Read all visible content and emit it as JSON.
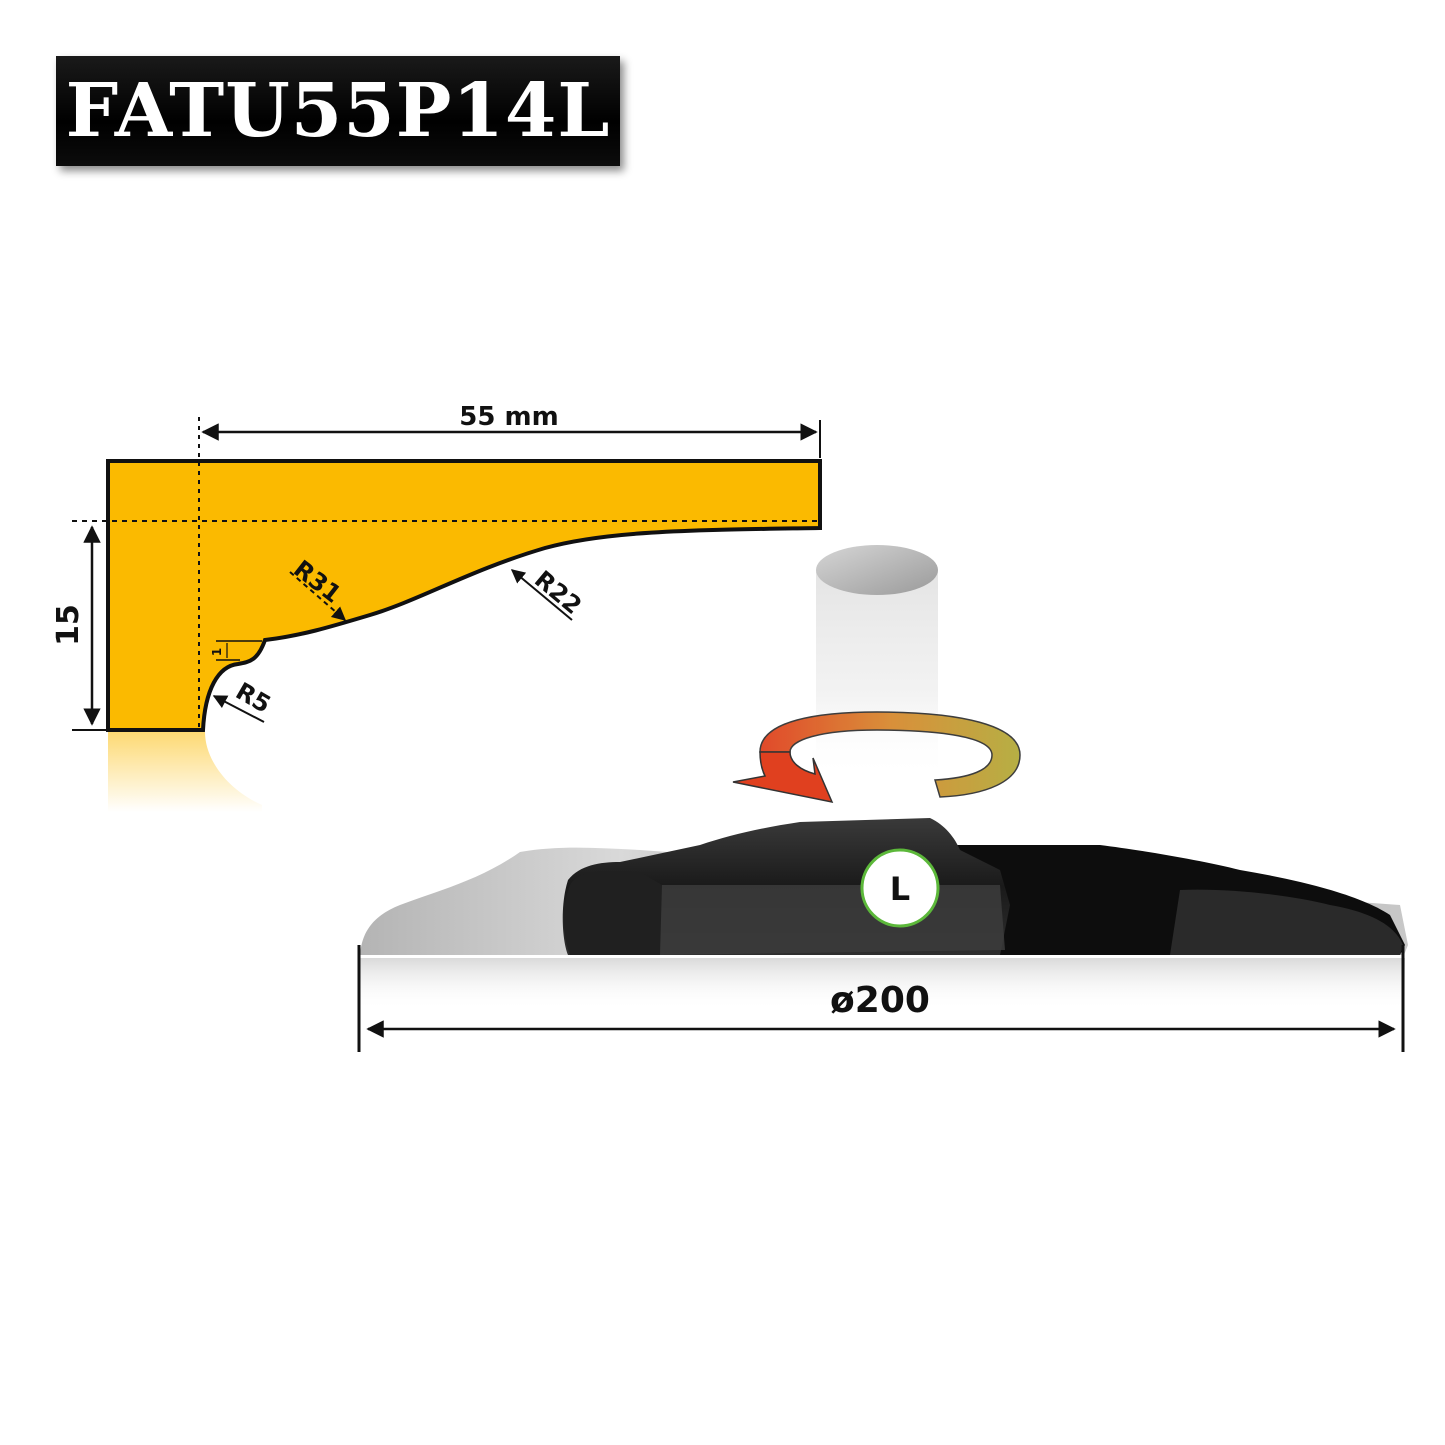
{
  "title": "FATU55P14L",
  "dimensions": {
    "width_label": "55 mm",
    "height_label": "15",
    "small_step_label": "1",
    "diameter_label": "ø200"
  },
  "radii": {
    "r31": "R31",
    "r22": "R22",
    "r5": "R5"
  },
  "rotation_badge": "L",
  "colors": {
    "profile_fill": "#FBBA00",
    "outline": "#111111",
    "banner": "#000000",
    "badge_ring": "#5cb83a",
    "arrow_start": "#d8402a",
    "arrow_end": "#a8a23a"
  }
}
